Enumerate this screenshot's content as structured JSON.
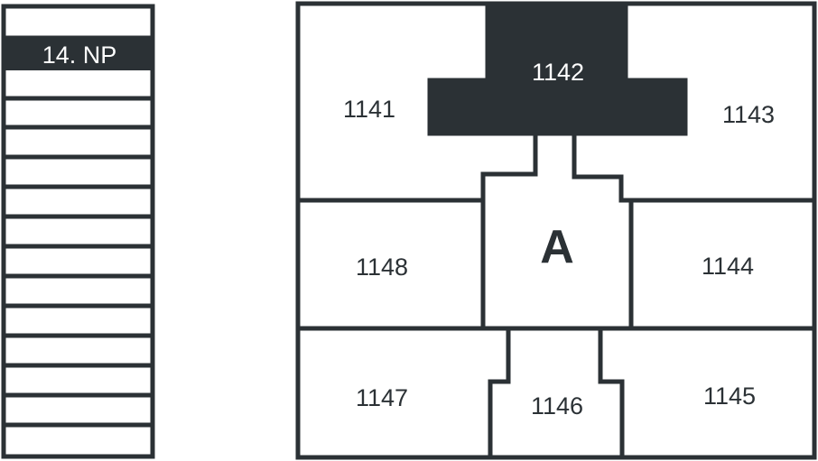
{
  "floor_index": {
    "current_floor_label": "14. NP"
  },
  "plan": {
    "core_label": "A",
    "units": {
      "u1141": "1141",
      "u1142": "1142",
      "u1143": "1143",
      "u1144": "1144",
      "u1145": "1145",
      "u1146": "1146",
      "u1147": "1147",
      "u1148": "1148"
    }
  },
  "colors": {
    "ink": "#2b3135",
    "background": "#ffffff"
  }
}
